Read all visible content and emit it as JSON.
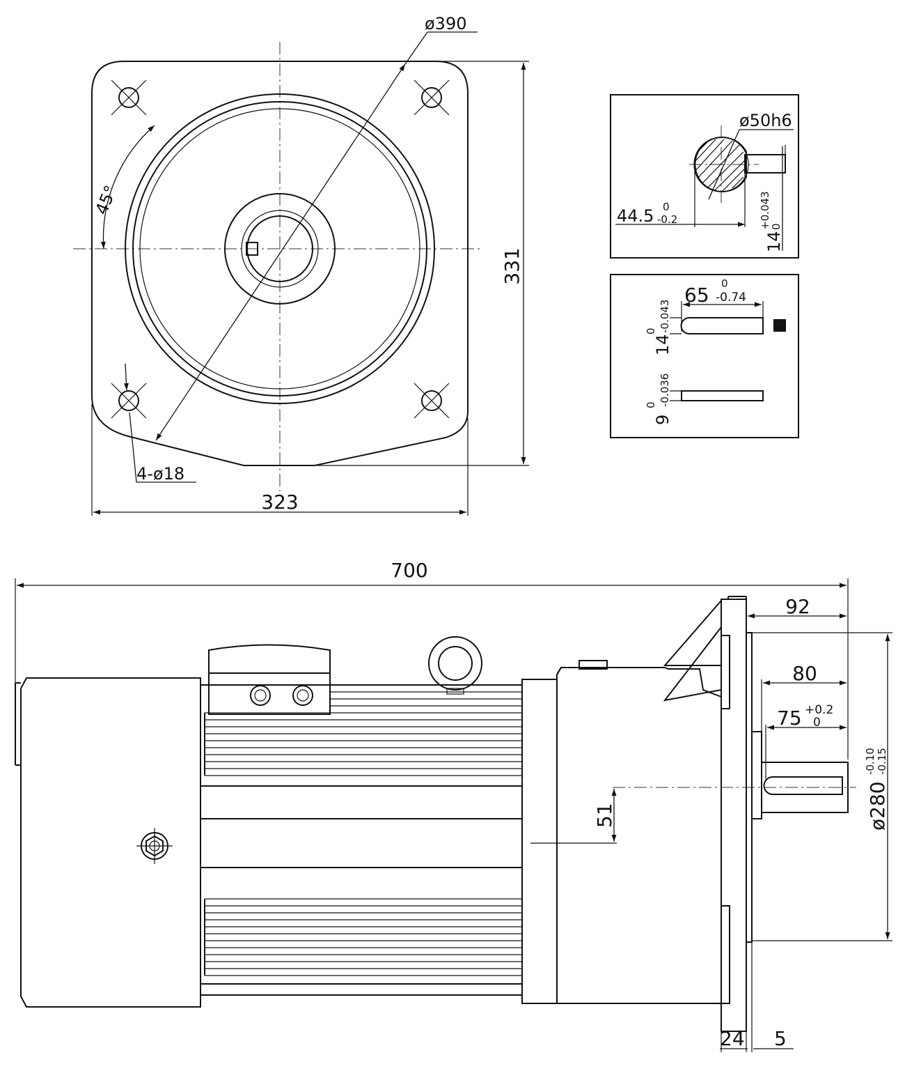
{
  "flange_view": {
    "diameter_label": "ø390",
    "angle_label": "45°",
    "holes_label": "4-ø18",
    "width_label": "323",
    "height_label": "331"
  },
  "shaft_section": {
    "shaft_diameter_label": "ø50h6",
    "depth_label": "44.5",
    "depth_tol_upper": "0",
    "depth_tol_lower": "-0.2",
    "key_width_label": "14",
    "key_width_tol_upper": "+0.043",
    "key_width_tol_lower": "0"
  },
  "key_detail": {
    "length_label": "65",
    "length_tol_upper": "0",
    "length_tol_lower": "-0.74",
    "width_label": "14",
    "width_tol_upper": "0",
    "width_tol_lower": "-0.043",
    "height_label": "9",
    "height_tol_upper": "0",
    "height_tol_lower": "-0.036"
  },
  "side_view": {
    "overall_length_label": "700",
    "shaft_ext_label": "92",
    "shaft_len_label": "80",
    "key_len_label": "75",
    "key_len_tol_upper": "+0.2",
    "key_len_tol_lower": "0",
    "pilot_diameter_label": "ø280",
    "pilot_tol_upper": "-0.10",
    "pilot_tol_lower": "-0.15",
    "offset_label": "51",
    "flange_thk_label": "24",
    "pilot_depth_label": "5"
  }
}
